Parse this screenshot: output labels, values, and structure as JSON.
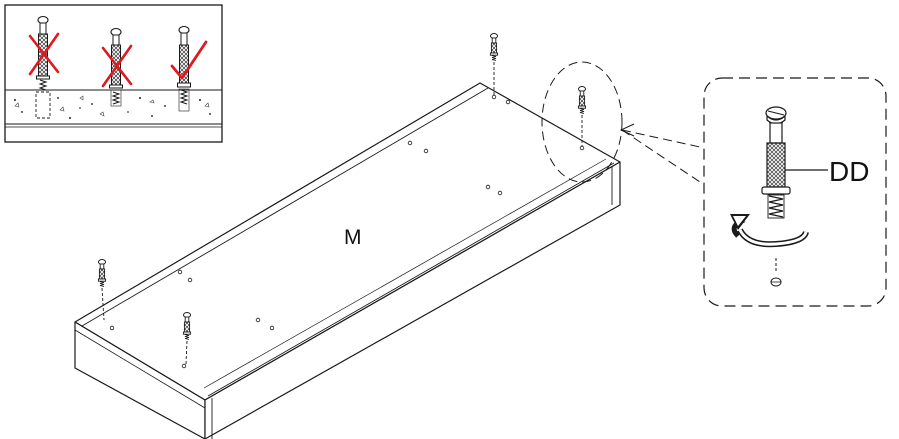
{
  "labels": {
    "panel": "M",
    "part": "DD"
  },
  "inset": {
    "cases": [
      {
        "status": "incorrect"
      },
      {
        "status": "incorrect"
      },
      {
        "status": "correct"
      }
    ]
  },
  "colors": {
    "line": "#1a1a1a",
    "mark": "#e0191f",
    "hatch": "#555555"
  },
  "icons": {
    "rotate": "clockwise-rotation-arrow-icon",
    "cross": "cross-mark-icon",
    "check": "check-mark-icon"
  }
}
